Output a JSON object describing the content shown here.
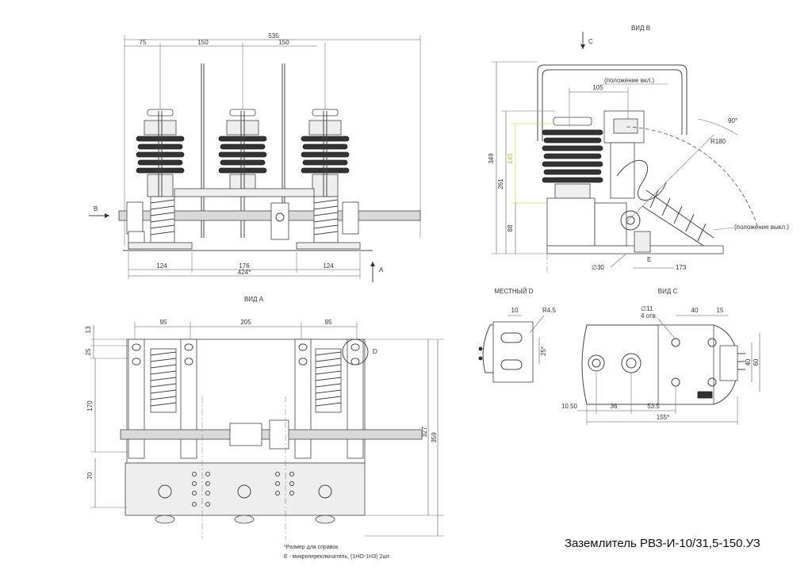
{
  "title": "Заземлитель РВЗ-И-10/31,5-150.УЗ",
  "views": {
    "front": {
      "label_a_dir": "A",
      "label_b_dir": "B",
      "dims_top": {
        "overall": "535",
        "d1": "75",
        "d2": "150",
        "d3": "150"
      },
      "dims_bottom": {
        "d1": "124",
        "d2": "176",
        "d3": "124",
        "overall": "424*"
      }
    },
    "side": {
      "name": "ВИД B",
      "c_dir": "C",
      "pos_on": "(положение вкл.)",
      "pos_off": "(положение выкл.)",
      "angle": "90°",
      "radius": "R180",
      "dims": {
        "d105": "105",
        "h349": "349",
        "h261": "261",
        "h145": "145",
        "h88": "88",
        "dia30": "∅30",
        "d173": "173",
        "e_label": "E"
      }
    },
    "plan": {
      "name": "ВИД A",
      "d_label": "D",
      "dims_top": {
        "d1": "95",
        "d2": "205",
        "d3": "95"
      },
      "dims_left": {
        "h13": "13",
        "h25": "25",
        "h170": "170",
        "h70": "70"
      },
      "dims_right": {
        "h327": "327",
        "h359": "359"
      }
    },
    "detail_d": {
      "name": "МЕСТНЫЙ D",
      "dims": {
        "w10": "10",
        "r45": "R4.5",
        "h25": "25*"
      }
    },
    "view_c": {
      "name": "ВИД C",
      "dims": {
        "dia11": "∅11",
        "holes": "4 отв.",
        "w40": "40",
        "w15": "15",
        "h40": "40",
        "h60": "60",
        "d1050": "10.50",
        "d36": "36",
        "d535": "53.5",
        "d155": "155*"
      }
    }
  },
  "notes": {
    "line1": "*Размер для справок",
    "line2": "E - микропереключатель, (1НО-1НЗ) 2шт."
  }
}
